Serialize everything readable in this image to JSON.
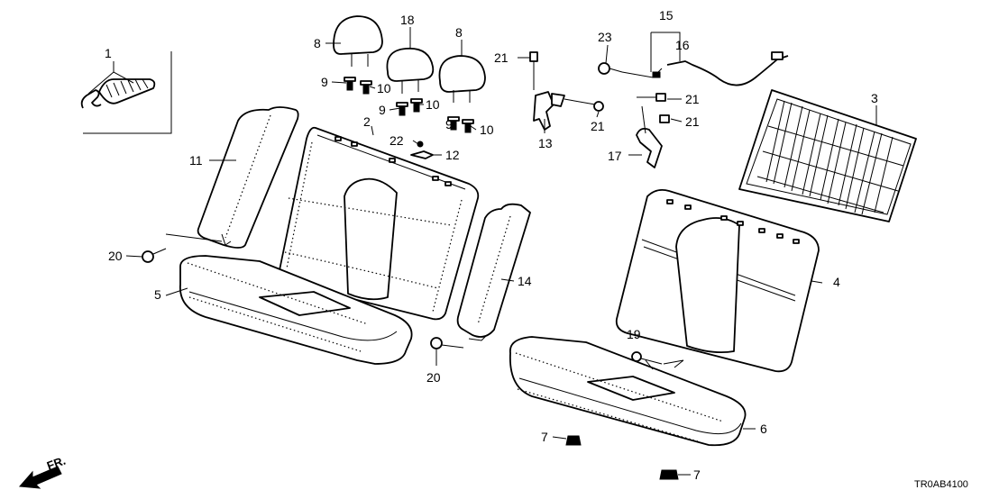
{
  "diagram_code": "TR0AB4100",
  "direction_label": "FR.",
  "callouts": [
    "1",
    "2",
    "3",
    "4",
    "5",
    "6",
    "7",
    "7",
    "8",
    "8",
    "9",
    "9",
    "9",
    "10",
    "10",
    "10",
    "11",
    "12",
    "13",
    "14",
    "15",
    "16",
    "17",
    "18",
    "19",
    "20",
    "20",
    "21",
    "21",
    "21",
    "21",
    "22",
    "23"
  ]
}
